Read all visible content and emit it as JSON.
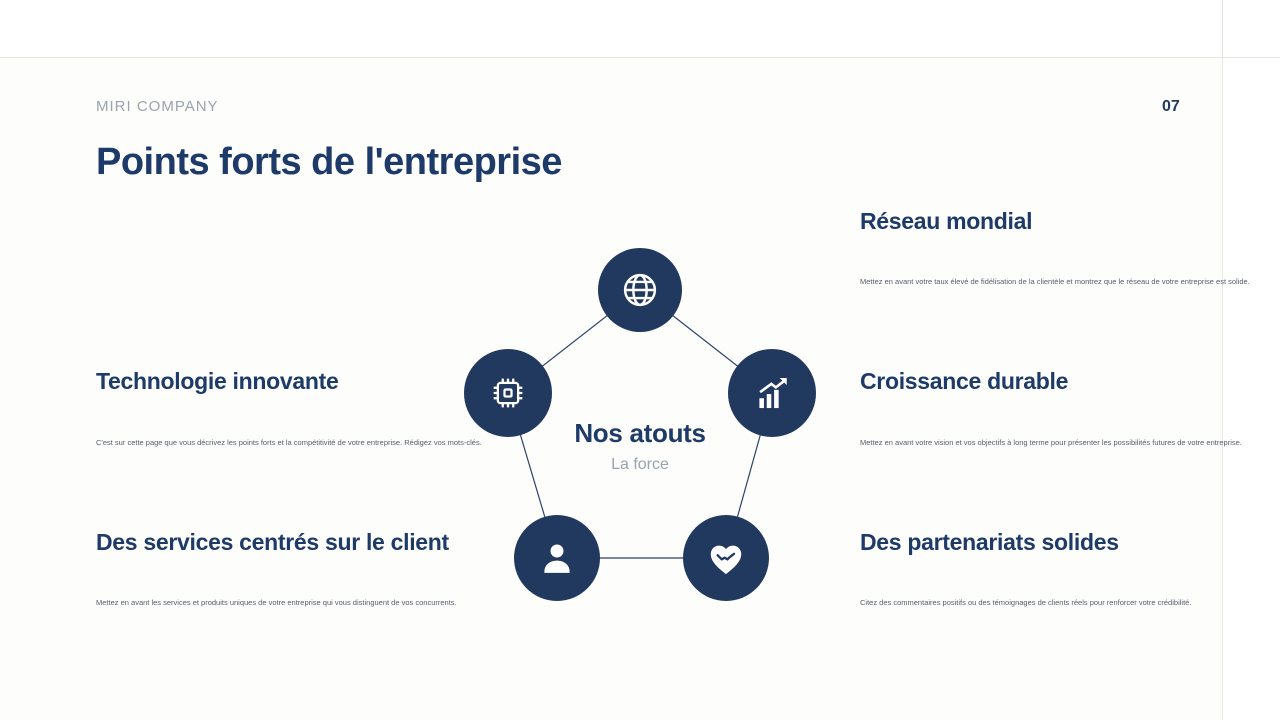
{
  "page": {
    "brand": "MIRI COMPANY",
    "page_number": "07",
    "title": "Points forts de l'entreprise"
  },
  "diagram": {
    "center_title": "Nos atouts",
    "center_subtitle": "La force",
    "node_icons": [
      "globe-icon",
      "chip-icon",
      "growth-chart-icon",
      "person-icon",
      "handshake-heart-icon"
    ]
  },
  "sections": {
    "left": [
      {
        "heading": "Technologie innovante",
        "body": "C'est sur cette page que vous décrivez les points forts et la compétitivité de votre entreprise. Rédigez vos mots-clés."
      },
      {
        "heading": "Des services centrés sur le client",
        "body": "Mettez en avant les services et produits uniques de votre entreprise qui vous distinguent de vos concurrents."
      }
    ],
    "right": [
      {
        "heading": "Réseau mondial",
        "body": "Mettez en avant votre taux élevé de fidélisation de la clientèle et montrez que le réseau de votre entreprise est solide."
      },
      {
        "heading": "Croissance durable",
        "body": "Mettez en avant votre vision et vos objectifs à long terme pour présenter les possibilités futures de votre entreprise."
      },
      {
        "heading": "Des partenariats solides",
        "body": "Citez des commentaires positifs ou des témoignages de clients réels pour renforcer votre crédibilité."
      }
    ]
  },
  "colors": {
    "navy": "#21395f",
    "heading_navy": "#1d3a68",
    "muted_gray": "#9aa3b0",
    "body_gray": "#565e6c",
    "frame_line": "#e6e6e2"
  }
}
